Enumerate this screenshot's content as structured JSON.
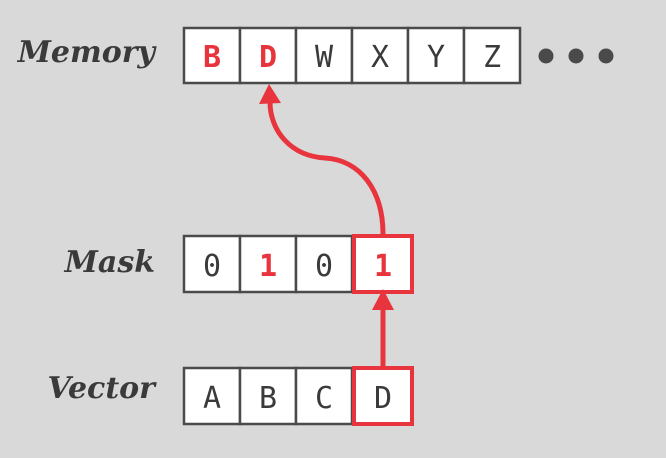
{
  "rows": [
    {
      "id": "memory",
      "label": "Memory",
      "cells": [
        {
          "text": "B",
          "highlight_text": true,
          "highlight_box": false
        },
        {
          "text": "D",
          "highlight_text": true,
          "highlight_box": false
        },
        {
          "text": "W",
          "highlight_text": false,
          "highlight_box": false
        },
        {
          "text": "X",
          "highlight_text": false,
          "highlight_box": false
        },
        {
          "text": "Y",
          "highlight_text": false,
          "highlight_box": false
        },
        {
          "text": "Z",
          "highlight_text": false,
          "highlight_box": false
        }
      ],
      "ellipsis": true
    },
    {
      "id": "mask",
      "label": "Mask",
      "cells": [
        {
          "text": "0",
          "highlight_text": false,
          "highlight_box": false
        },
        {
          "text": "1",
          "highlight_text": true,
          "highlight_box": false
        },
        {
          "text": "0",
          "highlight_text": false,
          "highlight_box": false
        },
        {
          "text": "1",
          "highlight_text": true,
          "highlight_box": true
        }
      ],
      "ellipsis": false
    },
    {
      "id": "vector",
      "label": "Vector",
      "cells": [
        {
          "text": "A",
          "highlight_text": false,
          "highlight_box": false
        },
        {
          "text": "B",
          "highlight_text": false,
          "highlight_box": false
        },
        {
          "text": "C",
          "highlight_text": false,
          "highlight_box": false
        },
        {
          "text": "D",
          "highlight_text": false,
          "highlight_box": true
        }
      ],
      "ellipsis": false
    }
  ],
  "colors": {
    "background": "#d9d9d9",
    "highlight": "#e8353d",
    "text": "#3a3a3a",
    "border": "#4a4a4a"
  }
}
